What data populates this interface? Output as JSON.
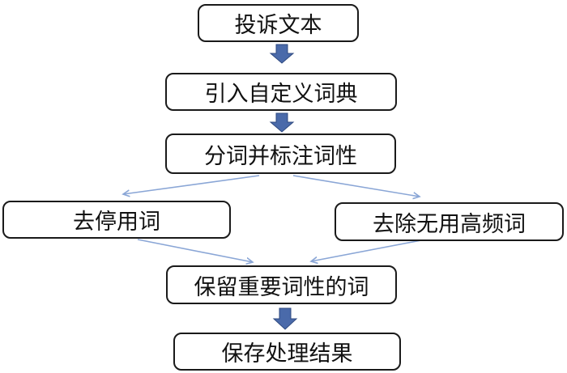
{
  "nodes": {
    "complaint_text": "投诉文本",
    "custom_dictionary": "引入自定义词典",
    "segment_pos_tag": "分词并标注词性",
    "remove_stopwords": "去停用词",
    "remove_useless_frequent": "去除无用高频词",
    "keep_important_pos": "保留重要词性的词",
    "save_results": "保存处理结果"
  },
  "edges": [
    {
      "from": "complaint_text",
      "to": "custom_dictionary",
      "style": "block-arrow"
    },
    {
      "from": "custom_dictionary",
      "to": "segment_pos_tag",
      "style": "block-arrow"
    },
    {
      "from": "segment_pos_tag",
      "to": "remove_stopwords",
      "style": "thin-arrow"
    },
    {
      "from": "segment_pos_tag",
      "to": "remove_useless_frequent",
      "style": "thin-arrow"
    },
    {
      "from": "remove_stopwords",
      "to": "keep_important_pos",
      "style": "thin-arrow"
    },
    {
      "from": "remove_useless_frequent",
      "to": "keep_important_pos",
      "style": "thin-arrow"
    },
    {
      "from": "keep_important_pos",
      "to": "save_results",
      "style": "block-arrow"
    }
  ],
  "colors": {
    "block_arrow": "#4a6aaa",
    "thin_arrow": "#8aa6d6",
    "box_border": "#1a1a1a"
  }
}
